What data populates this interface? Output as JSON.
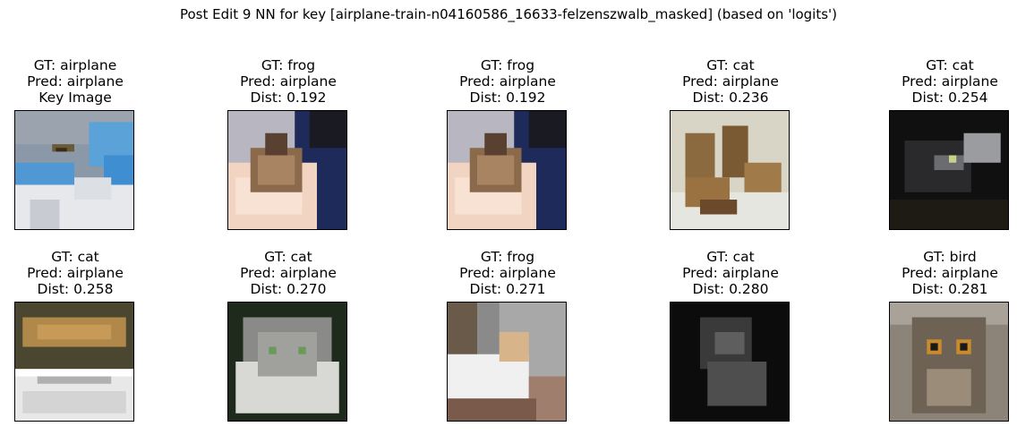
{
  "figure": {
    "title": "Post Edit 9 NN for key [airplane-train-n04160586_16633-felzenszwalb_masked] (based on 'logits')"
  },
  "panels": [
    {
      "gt": "GT: airplane",
      "pred": "Pred: airplane",
      "third": "Key Image",
      "picture": "airplane-in-sky"
    },
    {
      "gt": "GT: frog",
      "pred": "Pred: airplane",
      "third": "Dist: 0.192",
      "picture": "hand-holding-frog"
    },
    {
      "gt": "GT: frog",
      "pred": "Pred: airplane",
      "third": "Dist: 0.192",
      "picture": "hand-holding-frog"
    },
    {
      "gt": "GT: cat",
      "pred": "Pred: airplane",
      "third": "Dist: 0.236",
      "picture": "kittens-group"
    },
    {
      "gt": "GT: cat",
      "pred": "Pred: airplane",
      "third": "Dist: 0.254",
      "picture": "dark-cat"
    },
    {
      "gt": "GT: cat",
      "pred": "Pred: airplane",
      "third": "Dist: 0.258",
      "picture": "cat-on-newspaper"
    },
    {
      "gt": "GT: cat",
      "pred": "Pred: airplane",
      "third": "Dist: 0.270",
      "picture": "fluffy-grey-cat"
    },
    {
      "gt": "GT: frog",
      "pred": "Pred: airplane",
      "third": "Dist: 0.271",
      "picture": "frog-on-finger"
    },
    {
      "gt": "GT: cat",
      "pred": "Pred: airplane",
      "third": "Dist: 0.280",
      "picture": "grey-cat-dark"
    },
    {
      "gt": "GT: bird",
      "pred": "Pred: airplane",
      "third": "Dist: 0.281",
      "picture": "owl"
    }
  ]
}
